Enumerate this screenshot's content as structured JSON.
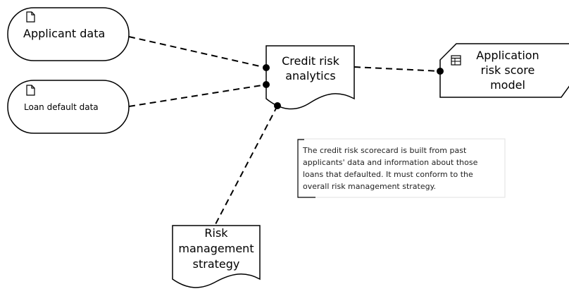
{
  "nodes": {
    "applicant_data": {
      "label": "Applicant data",
      "icon": "document-icon"
    },
    "loan_default_data": {
      "label": "Loan default data",
      "icon": "document-icon"
    },
    "credit_risk_analytics": {
      "label_lines": [
        "Credit risk",
        "analytics"
      ]
    },
    "application_risk_score_model": {
      "label_lines": [
        "Application",
        "risk score",
        "model"
      ],
      "icon": "table-icon"
    },
    "risk_management_strategy": {
      "label_lines": [
        "Risk",
        "management",
        "strategy"
      ]
    }
  },
  "note": {
    "lines": [
      "The credit risk scorecard is built from past",
      "applicants' data and information about those",
      "loans that defaulted. It must conform to the",
      "overall risk management strategy."
    ]
  },
  "colors": {
    "stroke": "#000000",
    "fill": "#ffffff",
    "note_border": "#cccccc"
  }
}
